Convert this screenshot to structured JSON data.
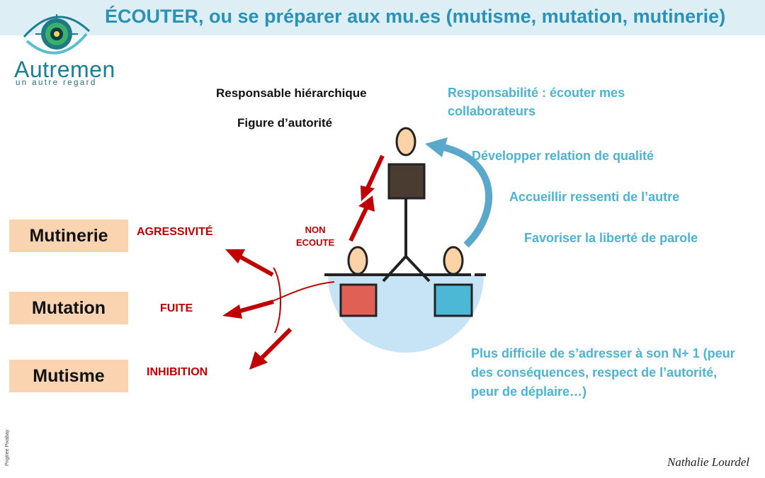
{
  "title": "ÉCOUTER, ou se préparer aux mu.es (mutisme, mutation, mutinerie)",
  "logo": {
    "name": "Autremen",
    "tagline": "un autre regard"
  },
  "top_labels": [
    "Responsable hiérarchique",
    "Figure d’autorité"
  ],
  "right_labels": {
    "responsabilite": [
      "Responsabilité : écouter mes",
      "collaborateurs"
    ],
    "items": [
      "Développer relation de qualité",
      "Accueillir ressenti de l’autre",
      "Favoriser la liberté de parole"
    ],
    "difficulty": [
      "Plus difficile de s’adresser à son N+ 1 (peur",
      "des conséquences, respect de l’autorité,",
      "peur de déplaire…)"
    ]
  },
  "non_ecoute": [
    "NON",
    "ECOUTE"
  ],
  "boxes": [
    "Mutinerie",
    "Mutation",
    "Mutisme"
  ],
  "reactions": [
    "AGRESSIVITÉ",
    "FUITE",
    "INHIBITION"
  ],
  "credit": "Pngtree Pixabay",
  "author": "Nathalie Lourdel",
  "colors": {
    "title": "#2b91b6",
    "blue_text": "#4bb4d2",
    "red": "#c00000",
    "box_fill": "#fad4b1",
    "person_top": "#4a3c30",
    "person_left": "#e06055",
    "person_right": "#4db7d6",
    "skin": "#fbd3a6",
    "bowl": "#c6e4f6"
  }
}
